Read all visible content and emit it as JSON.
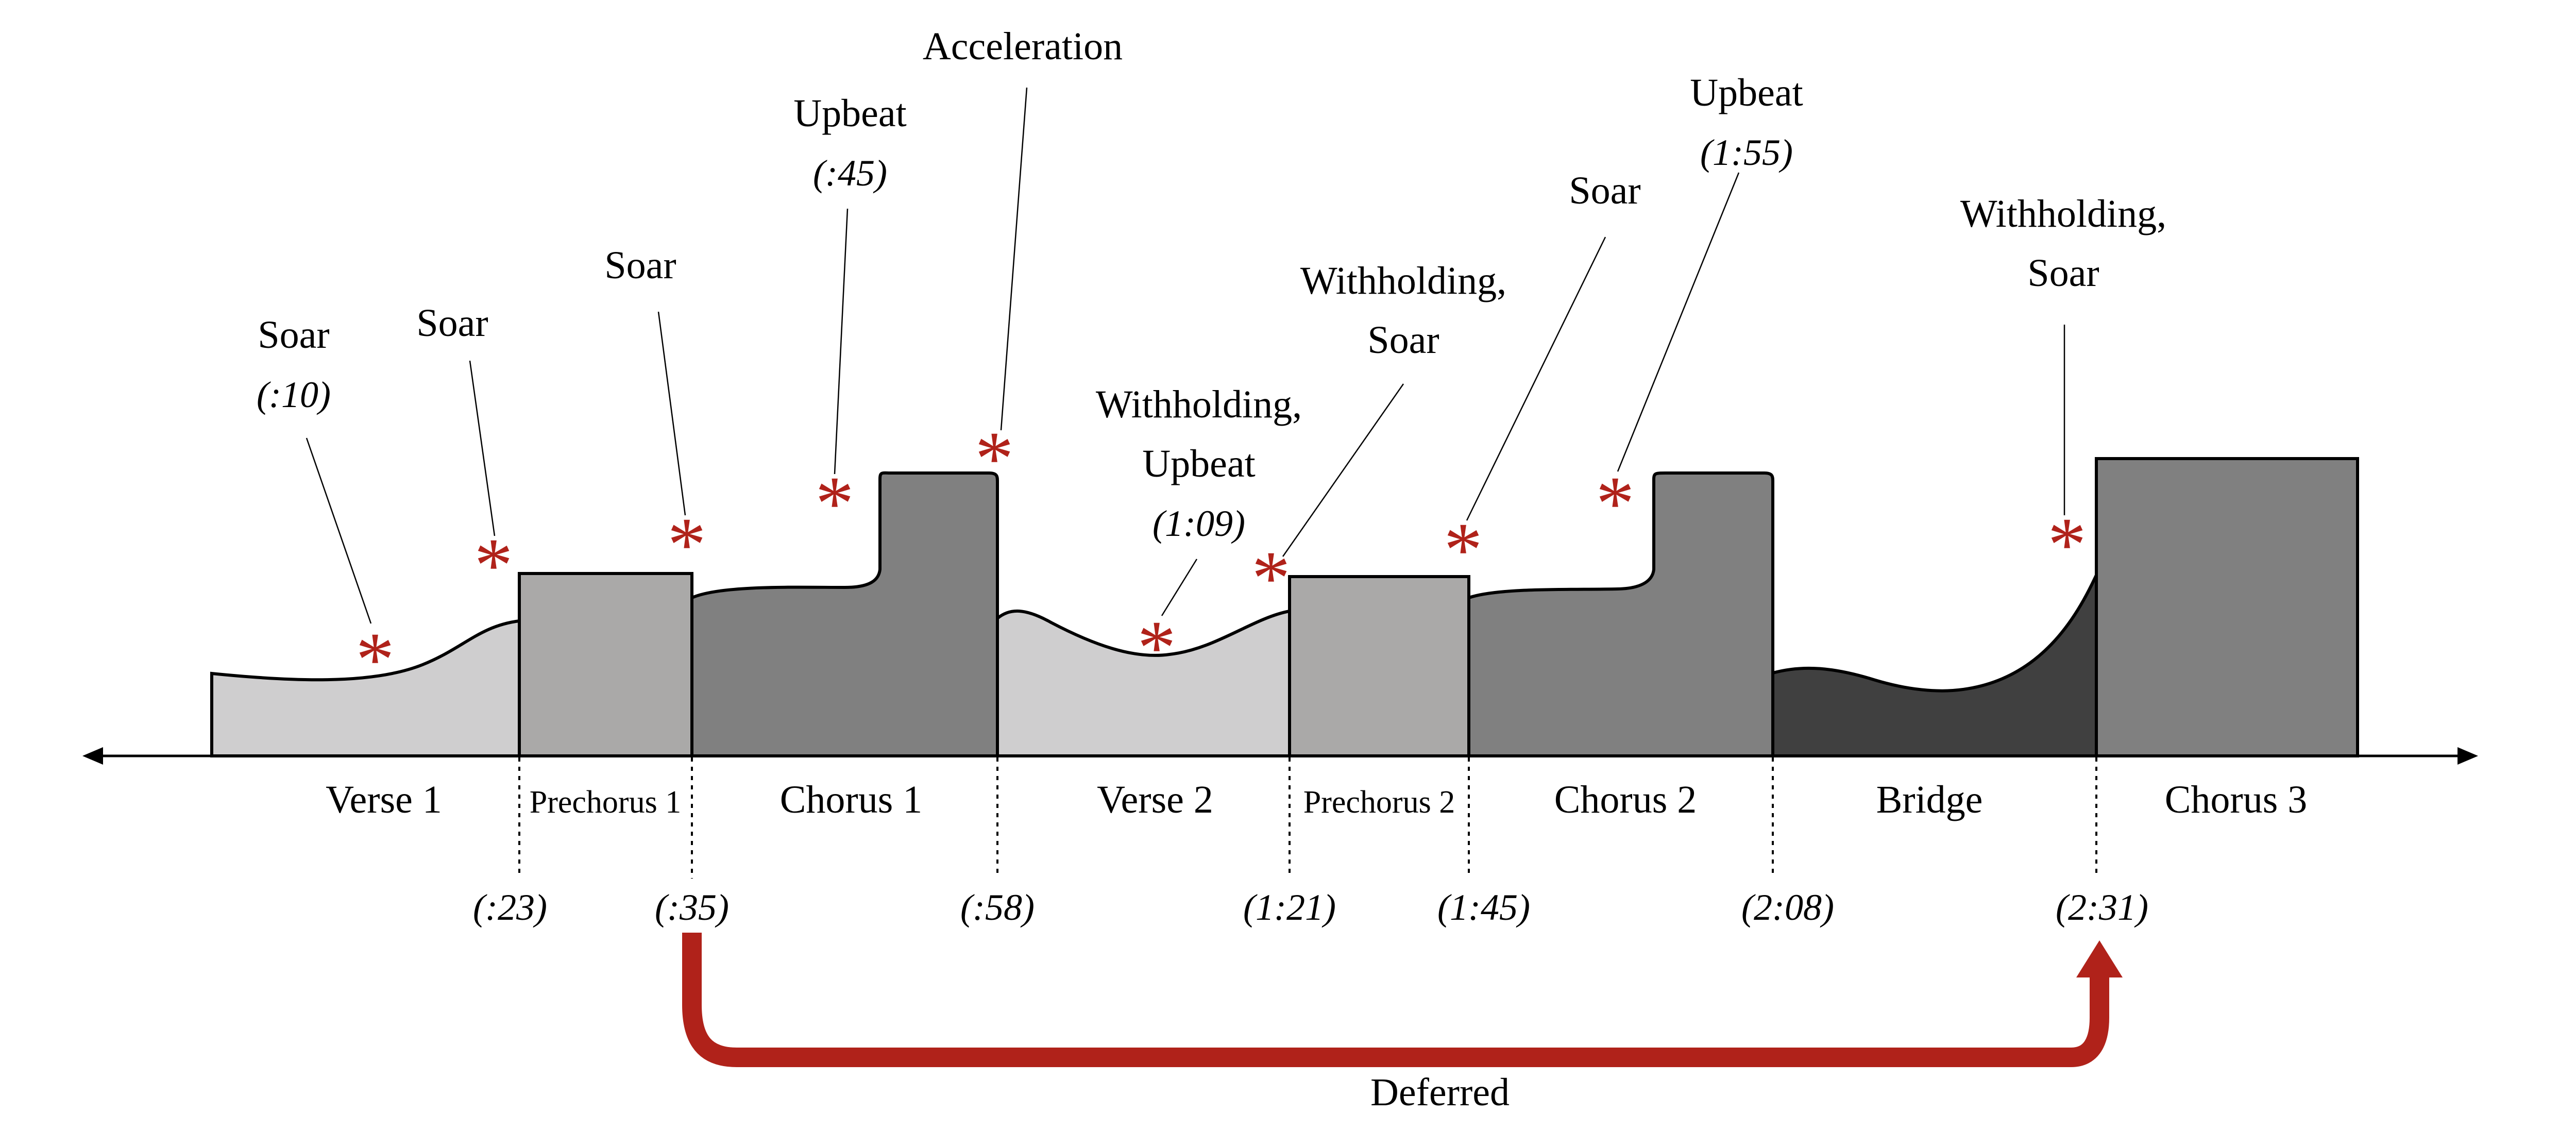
{
  "colors": {
    "verse": "#cfcecf",
    "prechorus": "#aaa9a8",
    "chorus": "#808080",
    "bridge": "#404040",
    "accent": "#b0221a"
  },
  "sections": [
    {
      "id": "verse-1",
      "label": "Verse 1",
      "kind": "verse",
      "start": 0,
      "end": 23
    },
    {
      "id": "prechorus-1",
      "label": "Prechorus 1",
      "kind": "prechorus",
      "start": 23,
      "end": 35
    },
    {
      "id": "chorus-1",
      "label": "Chorus 1",
      "kind": "chorus",
      "start": 35,
      "end": 58
    },
    {
      "id": "verse-2",
      "label": "Verse 2",
      "kind": "verse",
      "start": 58,
      "end": 81
    },
    {
      "id": "prechorus-2",
      "label": "Prechorus 2",
      "kind": "prechorus",
      "start": 81,
      "end": 105
    },
    {
      "id": "chorus-2",
      "label": "Chorus 2",
      "kind": "chorus",
      "start": 105,
      "end": 128
    },
    {
      "id": "bridge",
      "label": "Bridge",
      "kind": "bridge",
      "start": 128,
      "end": 151
    },
    {
      "id": "chorus-3",
      "label": "Chorus 3",
      "kind": "chorus",
      "start": 151,
      "end": null
    }
  ],
  "boundary_times": [
    "(:23)",
    "(:35)",
    "(:58)",
    "(1:21)",
    "(1:45)",
    "(2:08)",
    "(2:31)"
  ],
  "annotations": [
    {
      "lines": [
        "Soar"
      ],
      "time": "(:10)"
    },
    {
      "lines": [
        "Soar"
      ],
      "time": null
    },
    {
      "lines": [
        "Soar"
      ],
      "time": null
    },
    {
      "lines": [
        "Upbeat"
      ],
      "time": "(:45)"
    },
    {
      "lines": [
        "Acceleration"
      ],
      "time": null
    },
    {
      "lines": [
        "Withholding,",
        "Upbeat"
      ],
      "time": "(1:09)"
    },
    {
      "lines": [
        "Withholding,",
        "Soar"
      ],
      "time": null
    },
    {
      "lines": [
        "Soar"
      ],
      "time": null
    },
    {
      "lines": [
        "Upbeat"
      ],
      "time": "(1:55)"
    },
    {
      "lines": [
        "Withholding,",
        "Soar"
      ],
      "time": null
    }
  ],
  "marker_glyph": "*",
  "deferred": {
    "label": "Deferred",
    "from": "(:35)",
    "to": "(2:31)"
  }
}
